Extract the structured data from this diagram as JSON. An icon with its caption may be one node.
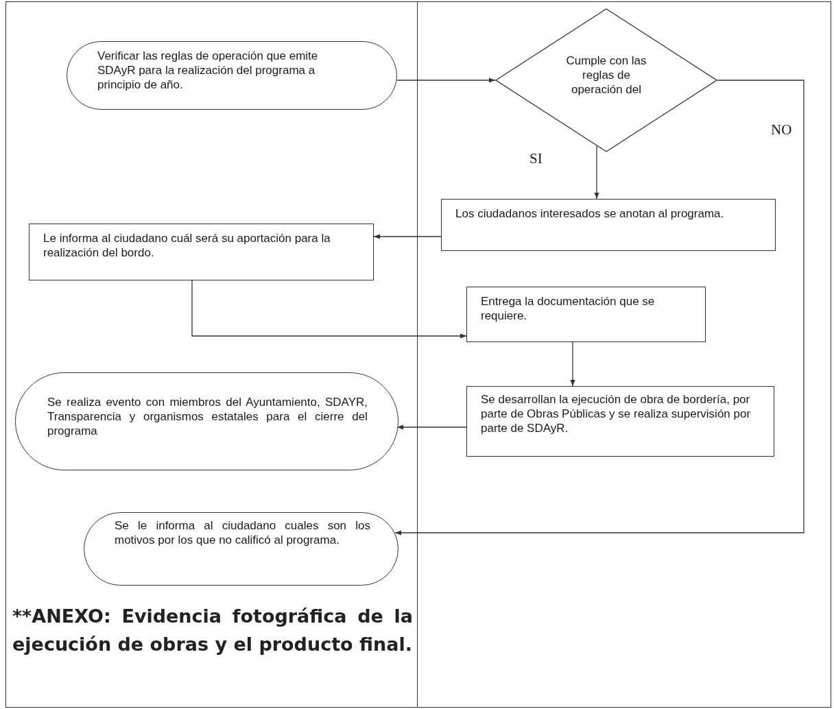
{
  "diagram": {
    "nodes": [
      {
        "text": [
          "Verificar las reglas de operación que emite SDAyR para la realización del programa a principio de año."
        ]
      },
      {
        "text": [
          "Cumple con las reglas de operación del"
        ]
      },
      {
        "text": [
          "Los ciudadanos interesados se anotan al programa."
        ]
      },
      {
        "text": [
          "Le informa al ciudadano cuál será su aportación para la realización del bordo."
        ]
      },
      {
        "text": [
          "Entrega la documentación que se requiere."
        ]
      },
      {
        "text": [
          "Se realiza evento con miembros del Ayuntamiento, SDAYR, Transparencia y organismos estatales para el cierre del programa"
        ]
      },
      {
        "text": [
          "Se desarrollan la ejecución de obra de bordería, por parte de Obras Públicas y se realiza supervisión por parte de SDAyR."
        ]
      },
      {
        "text": [
          "Se le informa al ciudadano cuales son los motivos por los que no calificó al programa."
        ]
      }
    ],
    "edges": [
      {
        "from": 0,
        "to": 1,
        "arrow": "to"
      },
      {
        "from": 1,
        "to": 2,
        "arrow": "to",
        "label": "SI"
      },
      {
        "from": 1,
        "to": 7,
        "arrow": "to",
        "label": "NO"
      },
      {
        "from": 2,
        "to": 3,
        "arrow": "to"
      },
      {
        "from": 3,
        "to": 4,
        "arrow": "to"
      },
      {
        "from": 4,
        "to": 6,
        "arrow": "to"
      },
      {
        "from": 6,
        "to": 5,
        "arrow": "to"
      }
    ],
    "labels": [
      "**ANEXO: Evidencia fotográfica de la ejecución de obras y el producto final."
    ]
  }
}
